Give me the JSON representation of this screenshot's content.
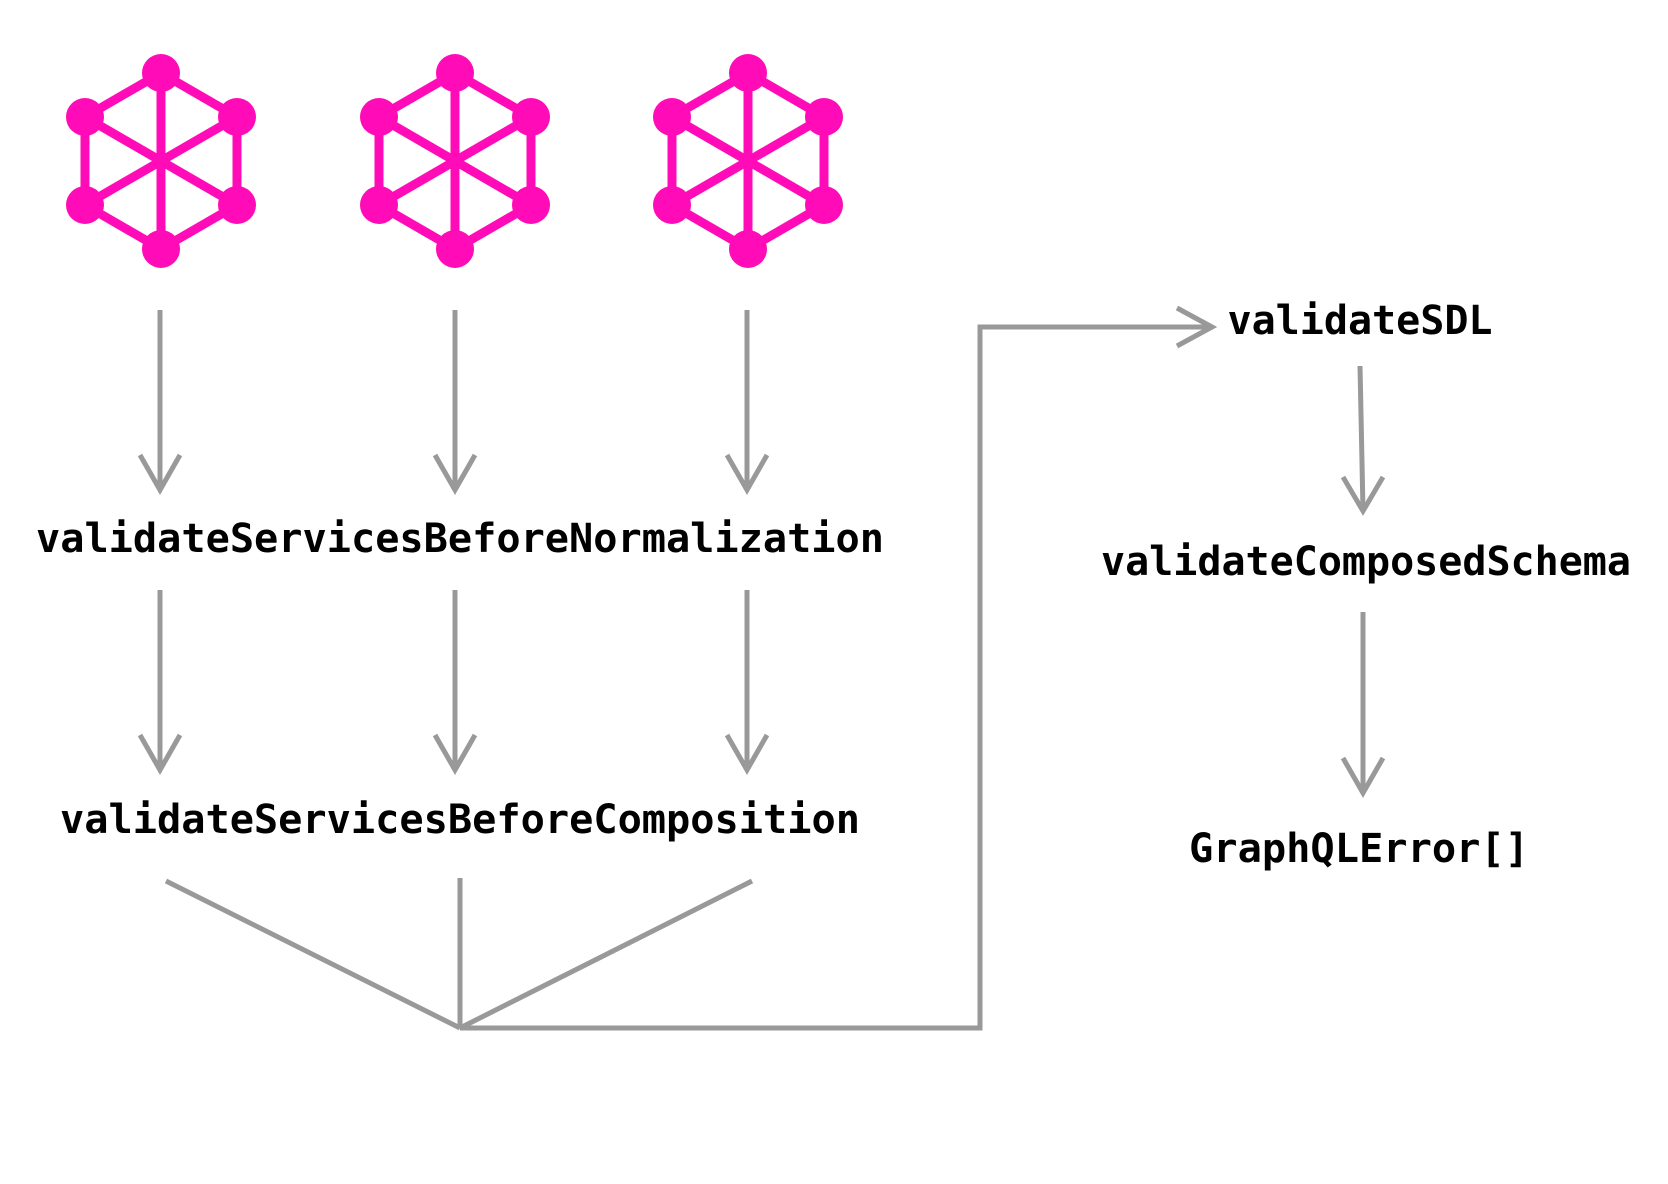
{
  "colors": {
    "graphql_logo": "#ff0bb8",
    "arrow": "#999999",
    "text": "#000000",
    "background": "#ffffff"
  },
  "services": {
    "icon": "graphql-logo-icon",
    "count": 3
  },
  "stages": {
    "before_normalization": "validateServicesBeforeNormalization",
    "before_composition": "validateServicesBeforeComposition",
    "sdl": "validateSDL",
    "composed_schema": "validateComposedSchema",
    "result": "GraphQLError[]"
  }
}
